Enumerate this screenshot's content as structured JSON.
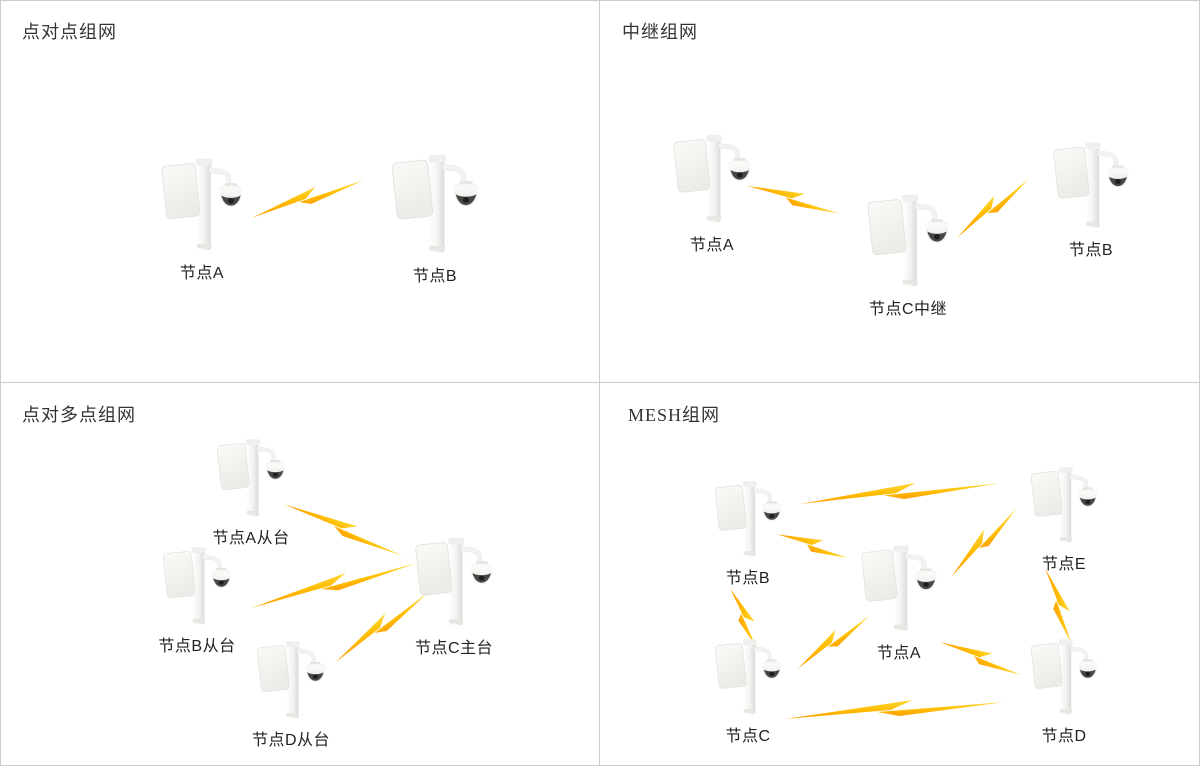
{
  "page": {
    "background": "#ffffff",
    "border_color": "#cccccc",
    "title_color": "#333333",
    "label_color": "#222222",
    "bolt_colors": {
      "light": "#ffd83d",
      "mid": "#ffbe00",
      "deep": "#ff9e00"
    },
    "device_description": "pole-mounted wireless bridge panel with dome PTZ camera"
  },
  "quadrants": [
    {
      "title": "点对点组网",
      "nodes": [
        {
          "label": "节点A"
        },
        {
          "label": "节点B"
        }
      ],
      "connections": [
        {
          "from": "节点A",
          "to": "节点B"
        }
      ]
    },
    {
      "title": "中继组网",
      "nodes": [
        {
          "label": "节点A"
        },
        {
          "label": "节点C中继"
        },
        {
          "label": "节点B"
        }
      ],
      "connections": [
        {
          "from": "节点A",
          "to": "节点C中继"
        },
        {
          "from": "节点C中继",
          "to": "节点B"
        }
      ]
    },
    {
      "title": "点对多点组网",
      "nodes": [
        {
          "label": "节点A从台"
        },
        {
          "label": "节点B从台"
        },
        {
          "label": "节点D从台"
        },
        {
          "label": "节点C主台"
        }
      ],
      "connections": [
        {
          "from": "节点A从台",
          "to": "节点C主台"
        },
        {
          "from": "节点B从台",
          "to": "节点C主台"
        },
        {
          "from": "节点D从台",
          "to": "节点C主台"
        }
      ]
    },
    {
      "title": "MESH组网",
      "nodes": [
        {
          "label": "节点B"
        },
        {
          "label": "节点E"
        },
        {
          "label": "节点A"
        },
        {
          "label": "节点C"
        },
        {
          "label": "节点D"
        }
      ],
      "connections": [
        {
          "from": "节点B",
          "to": "节点E"
        },
        {
          "from": "节点B",
          "to": "节点A"
        },
        {
          "from": "节点A",
          "to": "节点E"
        },
        {
          "from": "节点B",
          "to": "节点C"
        },
        {
          "from": "节点C",
          "to": "节点A"
        },
        {
          "from": "节点A",
          "to": "节点D"
        },
        {
          "from": "节点E",
          "to": "节点D"
        },
        {
          "from": "节点C",
          "to": "节点D"
        }
      ]
    }
  ]
}
